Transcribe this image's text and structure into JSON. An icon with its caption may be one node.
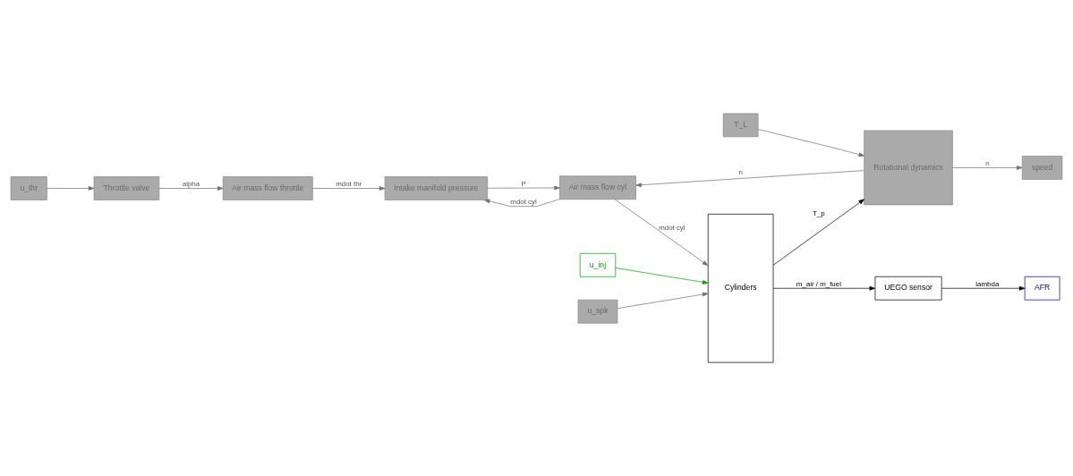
{
  "diagram": {
    "nodes": [
      {
        "text": [
          "u_thr"
        ]
      },
      {
        "text": [
          "Throttle valve"
        ]
      },
      {
        "text": [
          "Air mass flow throttle"
        ]
      },
      {
        "text": [
          "T_L"
        ]
      },
      {
        "text": [
          "u_spk"
        ]
      },
      {
        "text": [
          "Cylinders"
        ]
      },
      {
        "text": [
          "Rotational dynamics"
        ]
      },
      {
        "text": [
          "speed"
        ]
      },
      {
        "text": [
          "u_inj"
        ]
      },
      {
        "text": [
          "Air mass flow cyl"
        ]
      },
      {
        "text": [
          "UEGO sensor"
        ]
      },
      {
        "text": [
          "AFR"
        ]
      },
      {
        "text": [
          "Intake manifold pressure"
        ]
      }
    ],
    "edges": [
      {
        "from": 0,
        "to": 1,
        "arrow": "to"
      },
      {
        "from": 1,
        "to": 2,
        "arrow": "to",
        "label": "alpha"
      },
      {
        "from": 2,
        "to": 12,
        "arrow": "to",
        "label": "mdot thr"
      },
      {
        "from": 3,
        "to": 6,
        "arrow": "to"
      },
      {
        "from": 4,
        "to": 5,
        "arrow": "to"
      },
      {
        "from": 8,
        "to": 5,
        "arrow": "to",
        "color": "#00a000"
      },
      {
        "from": 5,
        "to": 6,
        "arrow": "to",
        "label": "T_p",
        "color": "#000000"
      },
      {
        "from": 6,
        "to": 7,
        "arrow": "to",
        "label": "n"
      },
      {
        "from": 6,
        "to": 9,
        "arrow": "to",
        "label": "n"
      },
      {
        "from": 9,
        "to": 5,
        "arrow": "to",
        "label": "mdot cyl"
      },
      {
        "from": 9,
        "to": 12,
        "arrow": "to",
        "label": "mdot cyl"
      },
      {
        "from": 12,
        "to": 9,
        "arrow": "to",
        "label": "P"
      },
      {
        "from": 5,
        "to": 10,
        "arrow": "to",
        "label": "m_air / m_fuel",
        "color": "#000000"
      },
      {
        "from": 10,
        "to": 11,
        "arrow": "to",
        "label": "lambda",
        "color": "#000000"
      }
    ]
  }
}
